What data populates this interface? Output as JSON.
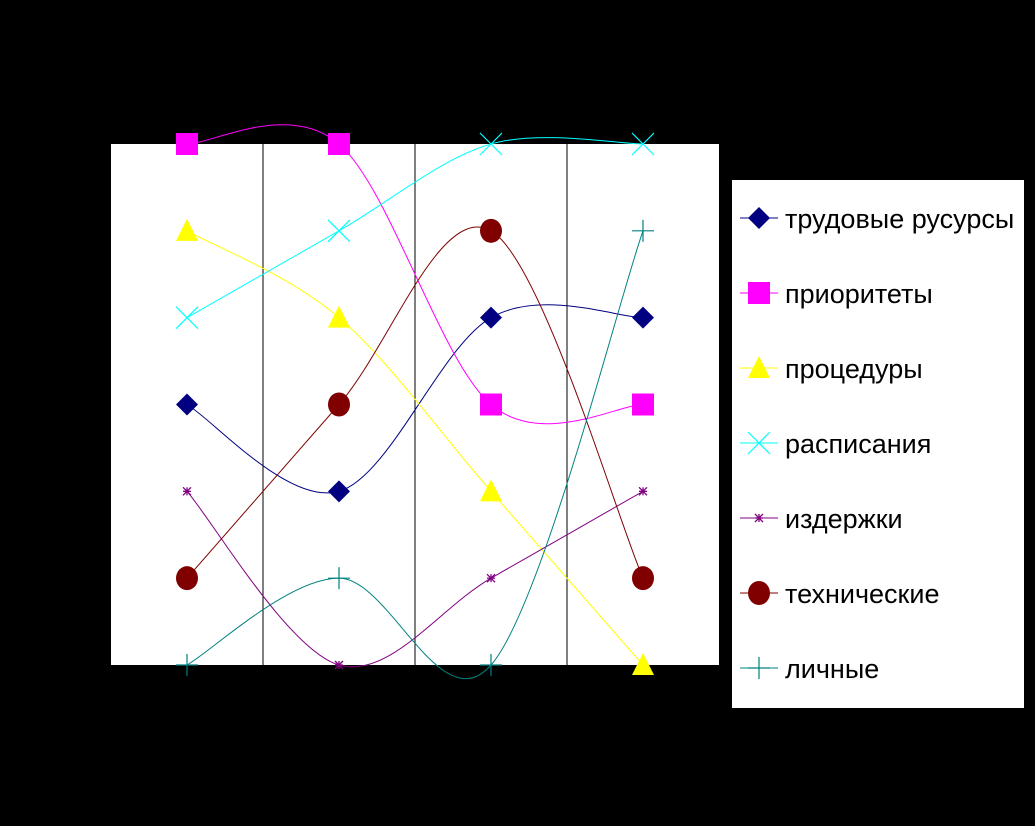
{
  "chart_data": {
    "type": "line",
    "smooth": true,
    "title": "",
    "xlabel": "",
    "ylabel": "",
    "x": [
      1,
      2,
      3,
      4
    ],
    "xlim": [
      0.5,
      4.5
    ],
    "ylim": [
      1,
      7
    ],
    "grid": {
      "vertical": true,
      "horizontal": false
    },
    "legend_position": "right",
    "colors": {
      "background": "#000000",
      "plot_area": "#ffffff",
      "legend_box": "#ffffff",
      "gridline": "#000000"
    },
    "series": [
      {
        "name": "трудовые русурсы",
        "values": [
          4,
          3,
          5,
          5
        ],
        "color": "#000080",
        "line_color": "#000080",
        "marker": "diamond"
      },
      {
        "name": "приоритеты",
        "values": [
          7,
          7,
          4,
          4
        ],
        "color": "#ff00ff",
        "line_color": "#ff00ff",
        "marker": "square"
      },
      {
        "name": "процедуры",
        "values": [
          6,
          5,
          3,
          1
        ],
        "color": "#ffff00",
        "line_color": "#ffff00",
        "marker": "triangle"
      },
      {
        "name": "расписания",
        "values": [
          5,
          6,
          7,
          7
        ],
        "color": "#00ffff",
        "line_color": "#00ffff",
        "marker": "x"
      },
      {
        "name": "издержки",
        "values": [
          3,
          1,
          2,
          3
        ],
        "color": "#800080",
        "line_color": "#800080",
        "marker": "star"
      },
      {
        "name": "технические",
        "values": [
          2,
          4,
          6,
          2
        ],
        "color": "#800000",
        "line_color": "#800000",
        "marker": "circle"
      },
      {
        "name": "личные",
        "values": [
          1,
          2,
          1,
          6
        ],
        "color": "#008080",
        "line_color": "#008080",
        "marker": "plus"
      }
    ]
  }
}
